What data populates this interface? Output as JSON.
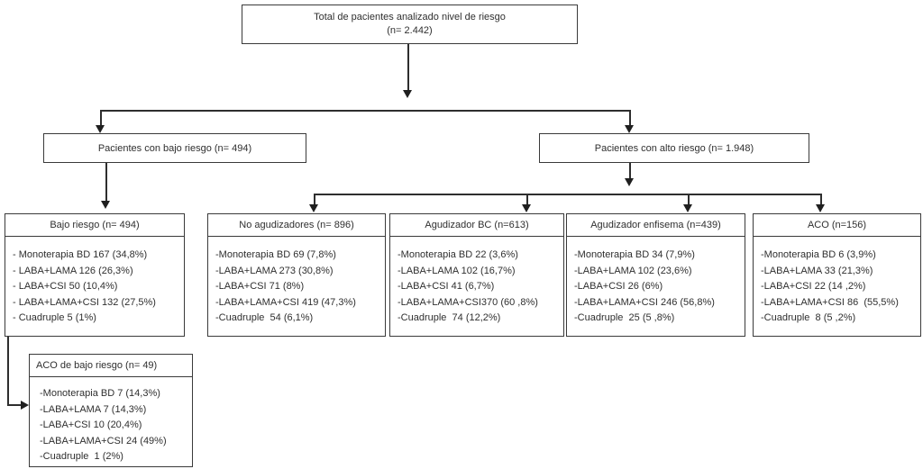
{
  "title": {
    "line1": "Total de pacientes analizado nivel de riesgo",
    "line2": "(n= 2.442)"
  },
  "level2": {
    "low": "Pacientes con bajo riesgo (n= 494)",
    "high": "Pacientes con alto riesgo (n= 1.948)"
  },
  "groups": [
    {
      "header": "Bajo riesgo (n= 494)",
      "items": [
        "- Monoterapia BD 167 (34,8%)",
        "- LABA+LAMA 126 (26,3%)",
        "- LABA+CSI 50 (10,4%)",
        "- LABA+LAMA+CSI 132 (27,5%)",
        "- Cuadruple 5 (1%)"
      ]
    },
    {
      "header": "No agudizadores (n= 896)",
      "items": [
        "-Monoterapia BD 69 (7,8%)",
        "-LABA+LAMA 273 (30,8%)",
        "-LABA+CSI 71 (8%)",
        "-LABA+LAMA+CSI 419 (47,3%)",
        "-Cuadruple  54 (6,1%)"
      ]
    },
    {
      "header": "Agudizador BC (n=613)",
      "items": [
        "-Monoterapia BD 22 (3,6%)",
        "-LABA+LAMA 102 (16,7%)",
        "-LABA+CSI 41 (6,7%)",
        "-LABA+LAMA+CSI370 (60 ,8%)",
        "-Cuadruple  74 (12,2%)"
      ]
    },
    {
      "header": "Agudizador enfisema (n=439)",
      "items": [
        "-Monoterapia BD 34 (7,9%)",
        "-LABA+LAMA 102 (23,6%)",
        "-LABA+CSI 26 (6%)",
        "-LABA+LAMA+CSI 246 (56,8%)",
        "-Cuadruple  25 (5 ,8%)"
      ]
    },
    {
      "header": "ACO (n=156)",
      "items": [
        "-Monoterapia BD 6 (3,9%)",
        "-LABA+LAMA 33 (21,3%)",
        "-LABA+CSI 22 (14 ,2%)",
        "-LABA+LAMA+CSI 86  (55,5%)",
        "-Cuadruple  8 (5 ,2%)"
      ]
    },
    {
      "header": "ACO de bajo riesgo (n= 49)",
      "items": [
        "-Monoterapia BD 7 (14,3%)",
        "-LABA+LAMA 7 (14,3%)",
        "-LABA+CSI 10 (20,4%)",
        "-LABA+LAMA+CSI 24 (49%)",
        "-Cuadruple  1 (2%)"
      ]
    }
  ],
  "colors": {
    "line": "#2e2e2e",
    "border": "#3a3a3a",
    "text": "#2f2f2f",
    "background": "#ffffff"
  }
}
